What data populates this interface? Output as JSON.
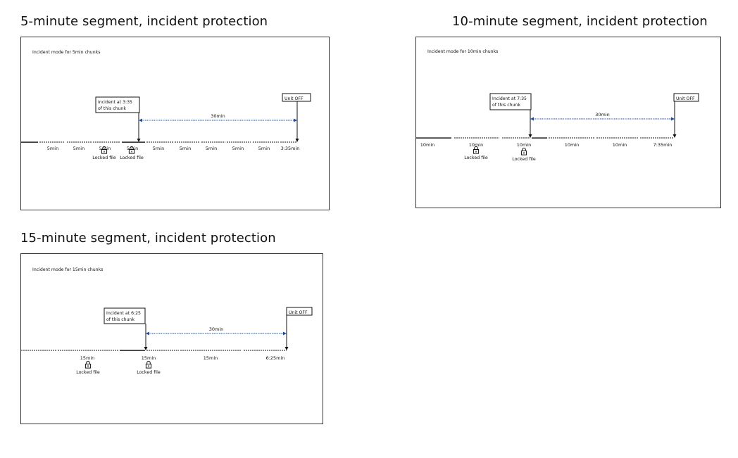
{
  "headings": {
    "h5": "5-minute segment, incident protection",
    "h10": "10-minute segment, incident protection",
    "h15": "15-minute segment, incident protection"
  },
  "panels": {
    "p5": {
      "title": "Incident mode for 5min chunks",
      "incident_label": [
        "Incident at 3:35",
        "of this chunk"
      ],
      "unit_off": "Unit OFF",
      "duration": "30min",
      "segments": [
        "5min",
        "5min",
        "5min",
        "5min",
        "5min",
        "5min",
        "5min",
        "5min",
        "5min",
        "3:35min"
      ],
      "locked_label": "Locked file",
      "locked_segments": [
        2,
        3
      ]
    },
    "p10": {
      "title": "Incident mode for 10min chunks",
      "incident_label": [
        "Incident at 7:35",
        "of this chunk"
      ],
      "unit_off": "Unit OFF",
      "duration": "30min",
      "segments": [
        "10min",
        "10min",
        "10min",
        "10min",
        "10min",
        "7:35min"
      ],
      "locked_label": "Locked file",
      "locked_segments": [
        1,
        2
      ]
    },
    "p15": {
      "title": "Incident mode for 15min chunks",
      "incident_label": [
        "Incident at 6:25",
        "of this chunk"
      ],
      "unit_off": "Unit OFF",
      "duration": "30min",
      "segments": [
        "15min",
        "15min",
        "15min",
        "6:25min"
      ],
      "locked_label": "Locked file",
      "locked_segments": [
        0,
        1
      ]
    }
  },
  "colors": {
    "duration_arrow": "#1f4ea3",
    "timeline": "#111111"
  }
}
